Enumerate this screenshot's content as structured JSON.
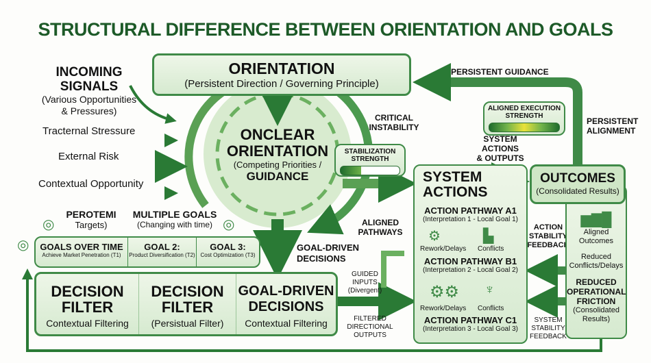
{
  "title": "STRUCTURAL DIFFERENCE BETWEEN ORIENTATION AND GOALS",
  "orientation": {
    "title": "ORIENTATION",
    "subtitle": "(Persistent Direction / Governing Principle)"
  },
  "incoming": {
    "title1": "INCOMING",
    "title2": "SIGNALS",
    "sub1": "(Various Opportunities",
    "sub2": "& Pressures)",
    "signals": [
      "Tracternal Stressure",
      "External Risk",
      "Contextual Opportunity"
    ]
  },
  "center": {
    "line1": "ONCLEAR",
    "line2": "ORIENTATION",
    "line3": "(Competing Priorities /",
    "line4": "GUIDANCE"
  },
  "labels": {
    "critical1": "CRITICAL",
    "critical2": "INSTABILITY",
    "aligned_pathways1": "ALIGNED",
    "aligned_pathways2": "PATHWAYS",
    "goal_driven1": "GOAL-DRIVEN",
    "goal_driven2": "DECISIONS",
    "persistent_guidance": "PERSISTENT GUIDANCE",
    "persistent_alignment1": "PERSISTENT",
    "persistent_alignment2": "ALIGNMENT",
    "sys_outputs1": "SYSTEM",
    "sys_outputs2": "ACTIONS",
    "sys_outputs3": "& OUTPUTS",
    "action_fb1": "ACTION",
    "action_fb2": "STABILITY",
    "action_fb3": "FEEDBACK",
    "sys_fb1": "SYSTEM",
    "sys_fb2": "STABILITY",
    "sys_fb3": "FEEDBACK",
    "guided1": "GUIDED",
    "guided2": "INPUTS",
    "guided3": "(Divergent)",
    "filtered1": "FILTERED",
    "filtered2": "DIRECTIONAL",
    "filtered3": "OUTPUTS"
  },
  "stabilization": {
    "line1": "STABILIZATION",
    "line2": "STRENGTH",
    "level": 0.35
  },
  "execution": {
    "line1": "ALIGNED EXECUTION",
    "line2": "STRENGTH",
    "level": 0.85
  },
  "goals": {
    "perotemi": "PEROTEMI",
    "targets": "Targets)",
    "multiple": "MULTIPLE GOALS",
    "changing": "(Changing with time)",
    "steps": [
      {
        "title": "GOALS OVER TIME",
        "sub": "Achieve Market Penetration (T1)"
      },
      {
        "title": "GOAL 2:",
        "sub": "Product Diversification (T2)"
      },
      {
        "title": "GOAL 3:",
        "sub": "Cost Optimization (T3)"
      }
    ]
  },
  "decisions": [
    {
      "t1": "DECISION",
      "t2": "FILTER",
      "sub": "Contextual Filtering"
    },
    {
      "t1": "DECISION",
      "t2": "FILTER",
      "sub": "(Persistual Filter)"
    },
    {
      "t1": "GOAL-DRIVEN",
      "t2": "DECISIONS",
      "sub": "Contextual Filtering"
    }
  ],
  "system": {
    "t1": "SYSTEM",
    "t2": "ACTIONS",
    "pathways": [
      {
        "title": "ACTION PATHWAY A1",
        "sub": "(Interpretation 1 - Local Goal 1)"
      },
      {
        "title": "ACTION PATHWAY B1",
        "sub": "(Interpretation 2 - Local Goal 2)"
      },
      {
        "title": "ACTION PATHWAY C1",
        "sub": "(Interpretation 3 - Local Goal 3)"
      }
    ],
    "rework": "Rework/Delays",
    "conflicts": "Conflicts"
  },
  "outcomes": {
    "title": "OUTCOMES",
    "sub": "(Consolidated Results)",
    "aligned1": "Aligned",
    "aligned2": "Outcomes",
    "reduced1": "Reduced",
    "reduced2": "Conflicts/Delays",
    "rof1": "REDUCED",
    "rof2": "OPERATIONAL",
    "rof3": "FRICTION",
    "rof4": "(Consolidated",
    "rof5": "Results)"
  },
  "colors": {
    "dark": "#1f6b2e",
    "mid": "#4c9a4f",
    "light": "#d9ecd2",
    "title": "#1d5a28"
  }
}
